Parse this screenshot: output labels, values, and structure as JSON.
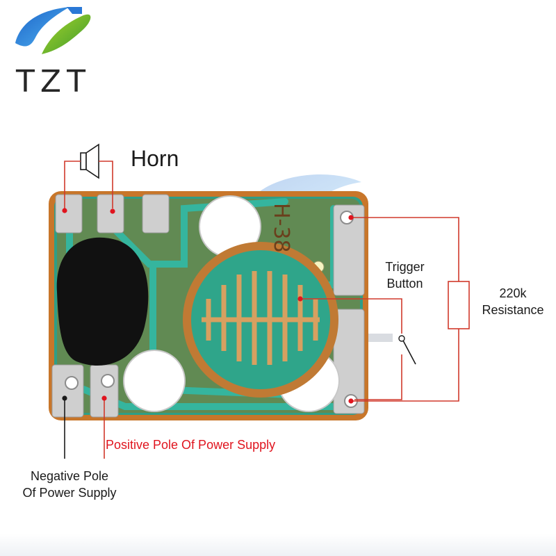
{
  "logo": {
    "text": "TZT"
  },
  "board": {
    "silk_label": "H-38"
  },
  "labels": {
    "horn": "Horn",
    "trigger_line1": "Trigger",
    "trigger_line2": "Button",
    "resistance_line1": "220k",
    "resistance_line2": "Resistance",
    "positive": "Positive Pole Of Power Supply",
    "negative_line1": "Negative Pole",
    "negative_line2": "Of Power Supply"
  },
  "colors": {
    "positive_label": "#e0141e",
    "wire": "#d0392b",
    "wire_black": "#1a1a1a",
    "pcb_trace": "#35b59e",
    "pcb_base": "#c8762a",
    "pad": "#cfcfcf",
    "blob": "#111111"
  }
}
